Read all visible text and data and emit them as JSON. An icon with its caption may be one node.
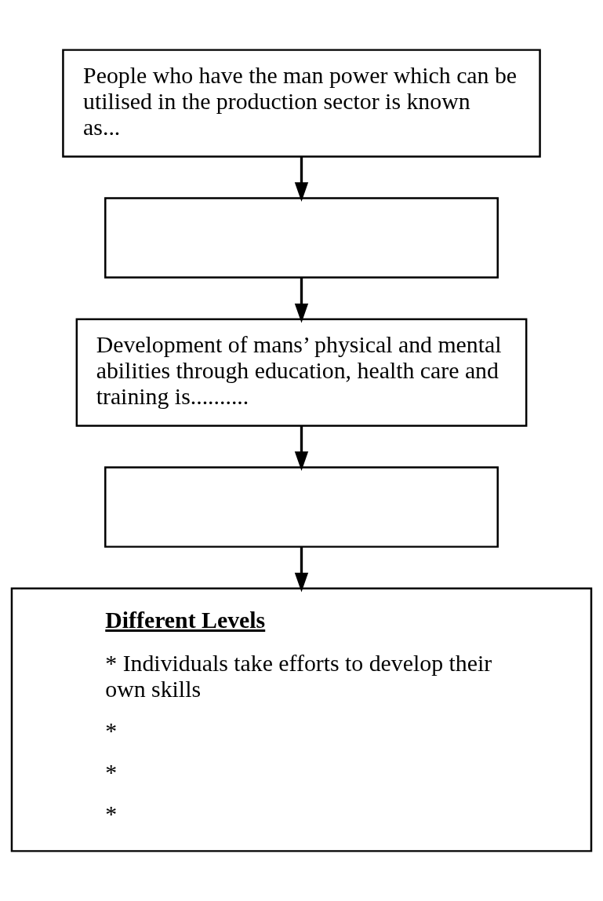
{
  "diagram": {
    "nodes": [
      {
        "text": [
          "People who have the man power which can be utilised in the production sector is known as..."
        ]
      },
      {
        "text": [],
        "shape": "box"
      },
      {
        "text": [
          "Development of mans’ physical and mental abilities through education, health care and training is.........."
        ]
      },
      {
        "text": [],
        "shape": "box"
      },
      {
        "text": [
          "Different Levels",
          "* Individuals take efforts to develop their own skills",
          "*",
          "*",
          "*"
        ]
      }
    ],
    "edges": [
      {
        "from": 0,
        "to": 1,
        "arrow": "to"
      },
      {
        "from": 1,
        "to": 2,
        "arrow": "to"
      },
      {
        "from": 2,
        "to": 3,
        "arrow": "to"
      },
      {
        "from": 3,
        "to": 4,
        "arrow": "to"
      }
    ]
  }
}
